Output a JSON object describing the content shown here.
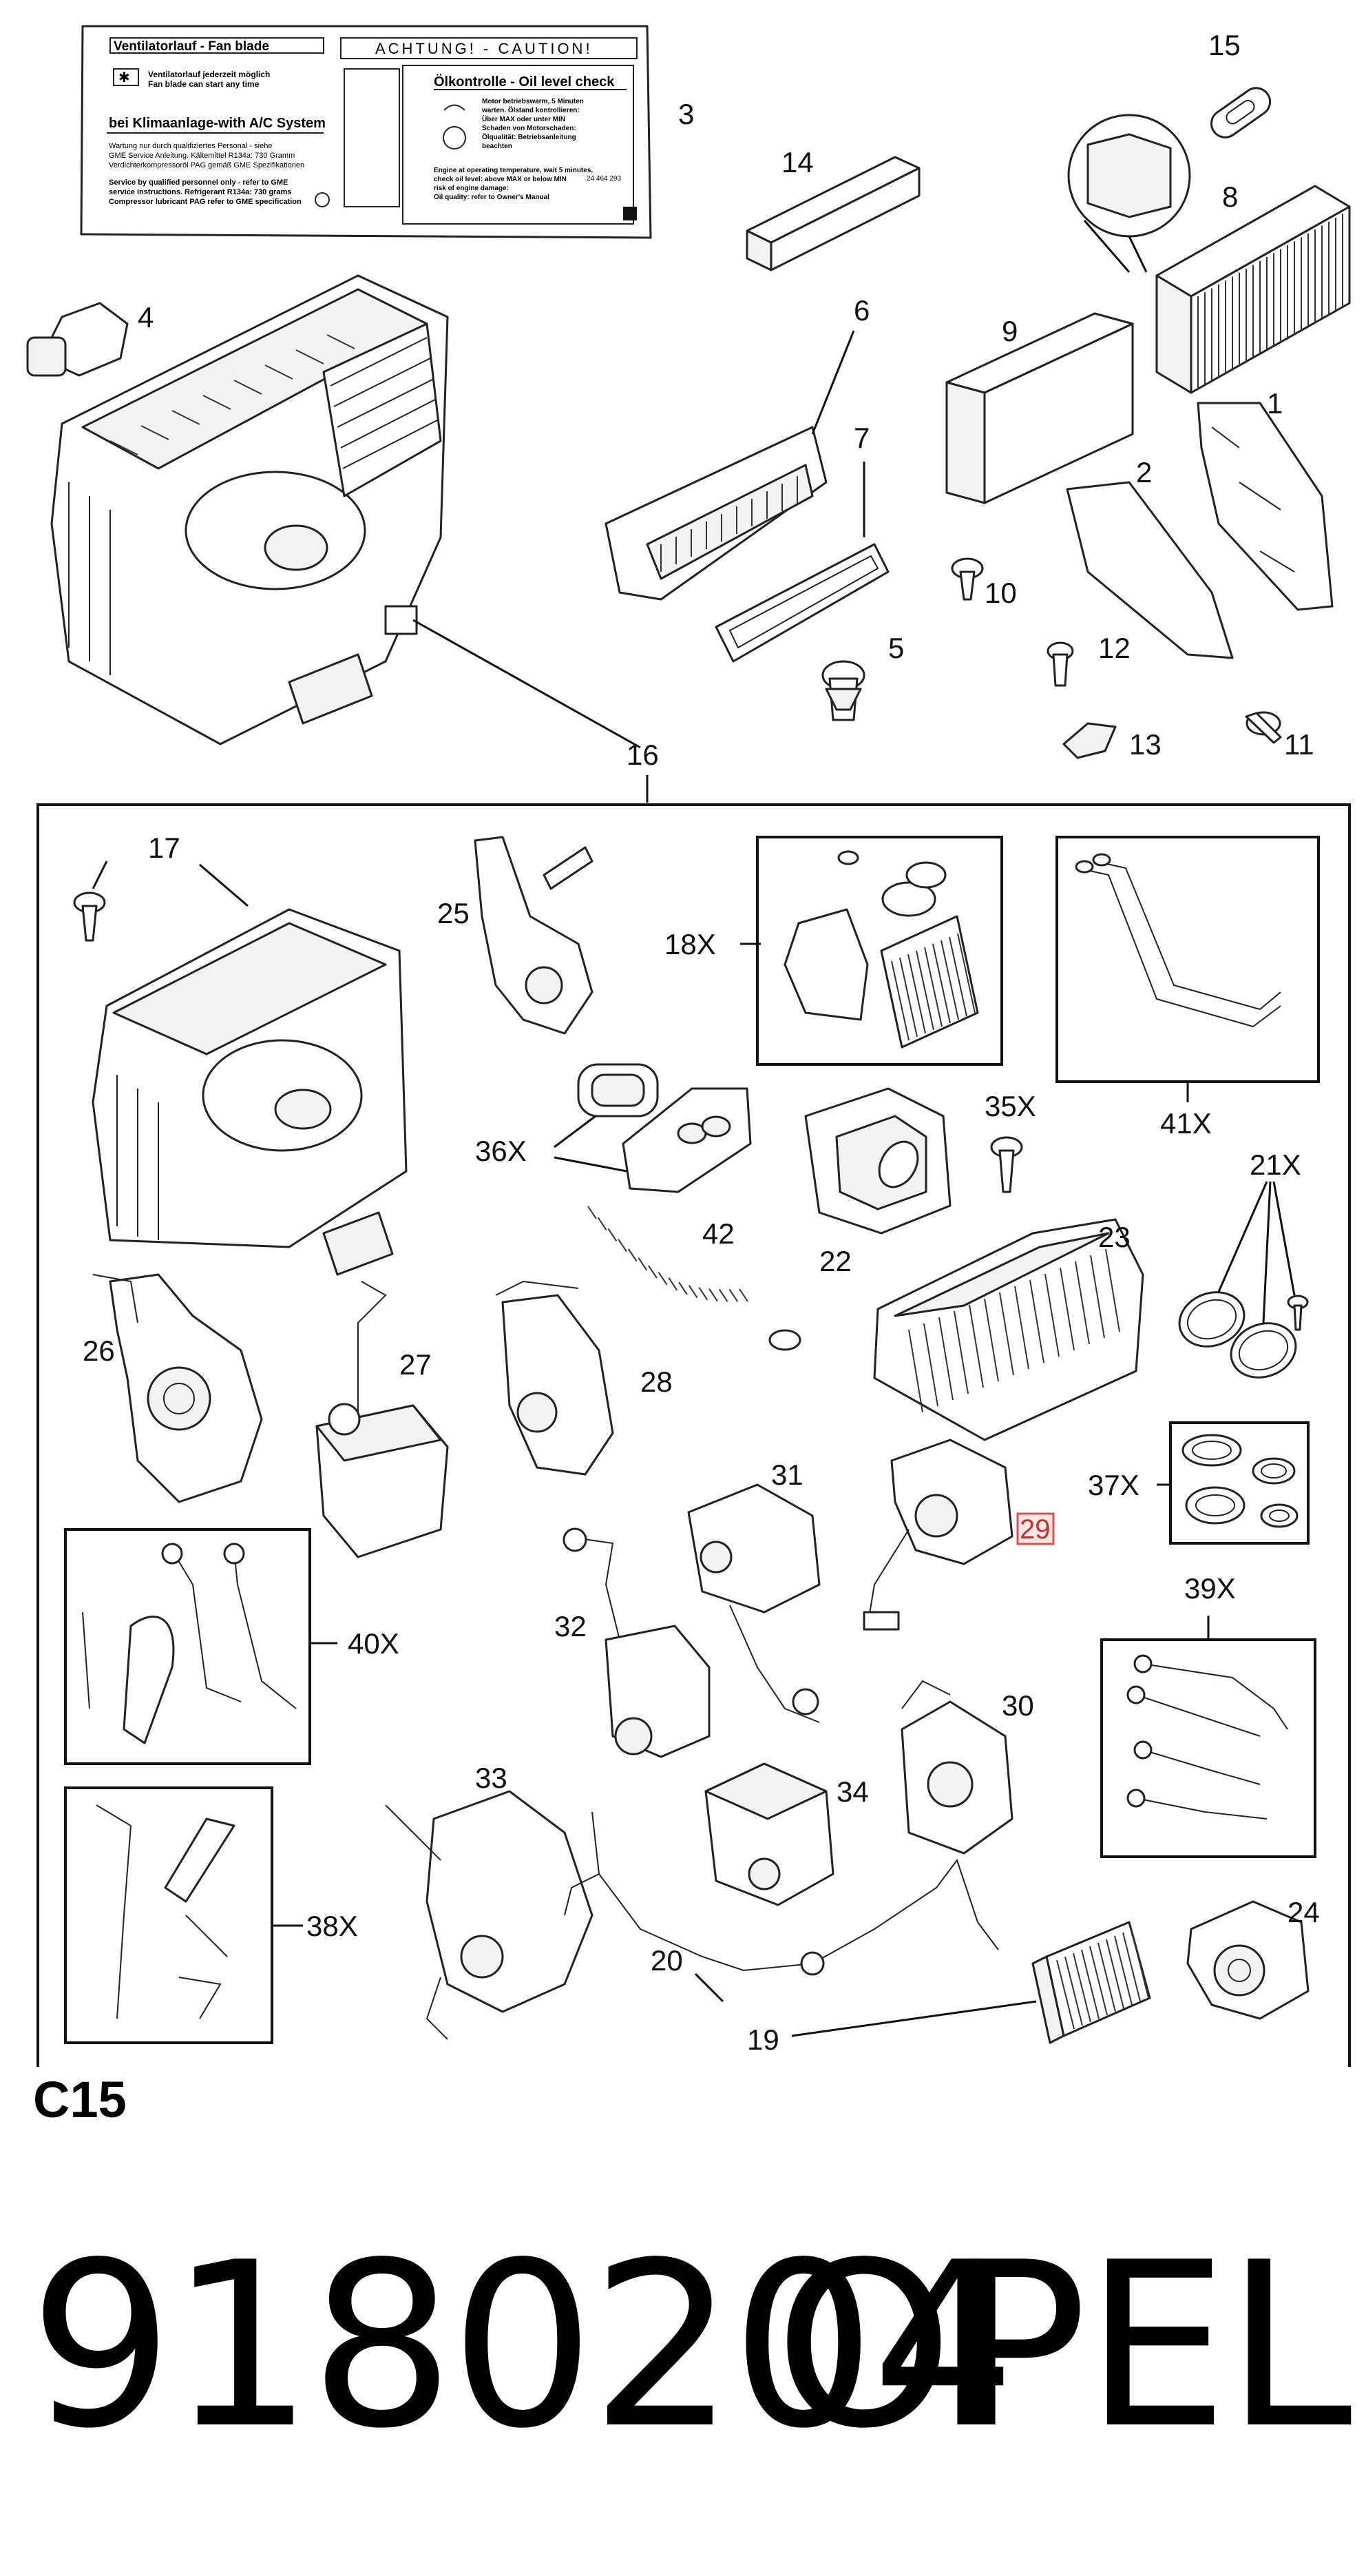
{
  "labels": {
    "l1": "1",
    "l2": "2",
    "l3": "3",
    "l4": "4",
    "l5": "5",
    "l6": "6",
    "l7": "7",
    "l8": "8",
    "l9": "9",
    "l10": "10",
    "l11": "11",
    "l12": "12",
    "l13": "13",
    "l14": "14",
    "l15": "15",
    "l16": "16",
    "l17": "17",
    "l18": "18X",
    "l19": "19",
    "l20": "20",
    "l21": "21X",
    "l22": "22",
    "l23": "23",
    "l24": "24",
    "l25": "25",
    "l26": "26",
    "l27": "27",
    "l28": "28",
    "l29": "29",
    "l30": "30",
    "l31": "31",
    "l32": "32",
    "l33": "33",
    "l34": "34",
    "l35": "35X",
    "l36": "36X",
    "l37": "37X",
    "l38": "38X",
    "l39": "39X",
    "l40": "40X",
    "l41": "41X",
    "l42": "42"
  },
  "sticker": {
    "left_title": "Ventilatorlauf - Fan blade",
    "left_line1": "Ventilatorlauf jederzeit möglich",
    "left_line2": "Fan blade can start any time",
    "left_heading": "bei Klimaanlage-with A/C System",
    "left_p1a": "Wartung nur durch qualifiziertes Personal - siehe",
    "left_p1b": "GME Service Anleitung. Kältemittel R134a: 730 Gramm",
    "left_p1c": "Verdichterkompressoröl PAG gemäß GME Spezifikationen",
    "left_p2a": "Service by qualified personnel only - refer to GME",
    "left_p2b": "service instructions. Refrigerant R134a: 730 grams",
    "left_p2c": "Compressor lubricant PAG refer to GME specification",
    "right_title": "ACHTUNG! - CAUTION!",
    "right_heading": "Ölkontrolle - Oil level check",
    "right_t1": "Motor betriebswarm, 5 Minuten",
    "right_t2": "warten. Ölstand kontrollieren:",
    "right_t3": "Über MAX oder unter MIN",
    "right_t4": "Schaden von Motorschaden:",
    "right_t5": "Ölqualität: Betriebsanleitung",
    "right_t6": "beachten",
    "right_t7": "Engine at operating temperature, wait 5 minutes,",
    "right_t8": "check oil level: above MAX or below MIN",
    "right_t9": "risk of engine damage:",
    "right_t10": "Oil quality: refer to Owner's Manual",
    "code": "24 464 293"
  },
  "section_code": "C15",
  "part_number": "9180204",
  "brand": "OPEL",
  "colors": {
    "highlight": "#d9534f",
    "ink": "#111111"
  }
}
